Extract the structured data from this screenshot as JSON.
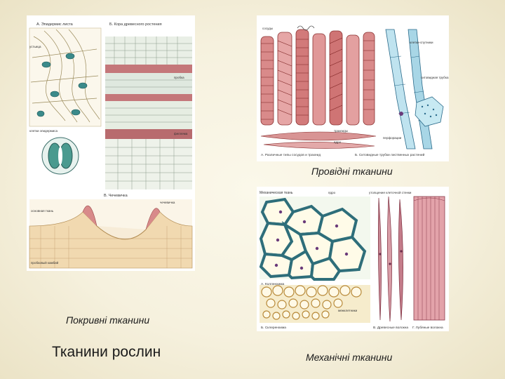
{
  "slide": {
    "title": "Тканини рослин",
    "captions": {
      "covering": "Покривні тканини",
      "conducting": "Провідні тканини",
      "mechanical": "Механічні тканини"
    }
  },
  "figures": {
    "covering": {
      "panel_labels": [
        "А. Эпидермис листа",
        "Б. Кора древесного ростения",
        "В. Чечевичка"
      ],
      "annotations": [
        "устьица",
        "клетки эпидермиса",
        "пробка",
        "феллема",
        "чечевичка",
        "основная ткань",
        "пробковый камбий"
      ]
    },
    "conducting": {
      "panel_labels": [
        "А. Различные типы сосудов и трахеид",
        "Б. Ситовидные трубки лиственных растений"
      ],
      "annotations": [
        "сосуды",
        "трахеиды",
        "клетки-спутники",
        "ситовидная трубка",
        "перфорации",
        "ядро"
      ]
    },
    "mechanical": {
      "panel_labels": [
        "Механическая ткань",
        "А. Колленхима",
        "Б. Склеренхима",
        "В. Древесные волокна",
        "Г. Лубяные волокна"
      ],
      "annotations": [
        "ядро",
        "утолщение клеточной стенки",
        "межклетники"
      ]
    }
  }
}
